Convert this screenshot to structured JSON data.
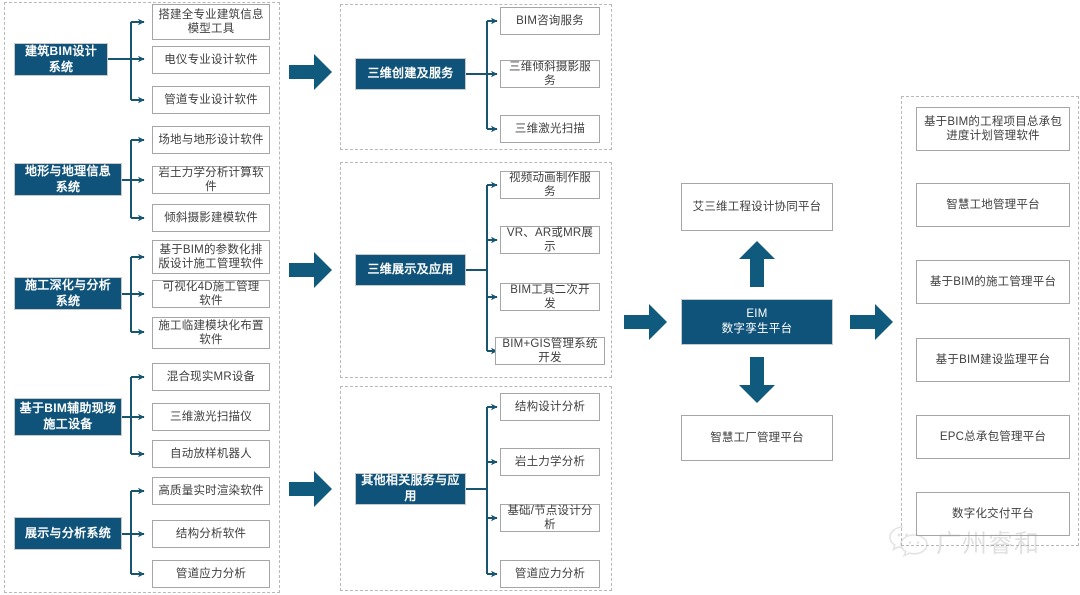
{
  "theme": {
    "accent": "#10537a",
    "leaf_border": "#a6a6a6",
    "group_border": "#b8b8b8",
    "text": "#3f3f3f",
    "background": "#ffffff"
  },
  "column1": {
    "groups": [
      {
        "category": "建筑BIM设计系统",
        "items": [
          "搭建全专业建筑信息模型工具",
          "电仪专业设计软件",
          "管道专业设计软件"
        ]
      },
      {
        "category": "地形与地理信息系统",
        "items": [
          "场地与地形设计软件",
          "岩土力学分析计算软件",
          "倾斜摄影建模软件"
        ]
      },
      {
        "category": "施工深化与分析系统",
        "items": [
          "基于BIM的参数化排版设计施工管理软件",
          "可视化4D施工管理软件",
          "施工临建模块化布置软件"
        ]
      },
      {
        "category": "基于BIM辅助现场施工设备",
        "items": [
          "混合现实MR设备",
          "三维激光扫描仪",
          "自动放样机器人"
        ]
      },
      {
        "category": "展示与分析系统",
        "items": [
          "高质量实时渲染软件",
          "结构分析软件",
          "管道应力分析"
        ]
      }
    ]
  },
  "column2": {
    "groups": [
      {
        "category": "三维创建及服务",
        "items": [
          "BIM咨询服务",
          "三维倾斜摄影服务",
          "三维激光扫描"
        ]
      },
      {
        "category": "三维展示及应用",
        "items": [
          "视频动画制作服务",
          "VR、AR或MR展示",
          "BIM工具二次开发",
          "BIM+GIS管理系统开发"
        ]
      },
      {
        "category": "其他相关服务与应用",
        "items": [
          "结构设计分析",
          "岩土力学分析",
          "基础/节点设计分析",
          "管道应力分析"
        ]
      }
    ]
  },
  "column3": {
    "top_platform": "艾三维工程设计协同平台",
    "core_platform_line1": "EIM",
    "core_platform_line2": "数字孪生平台",
    "bottom_platform": "智慧工厂管理平台"
  },
  "column4": {
    "items": [
      "基于BIM的工程项目总承包进度计划管理软件",
      "智慧工地管理平台",
      "基于BIM的施工管理平台",
      "基于BIM建设监理平台",
      "EPC总承包管理平台",
      "数字化交付平台"
    ]
  },
  "flow_arrows": [
    {
      "name": "arrow-col1-to-col2-top",
      "direction": "right"
    },
    {
      "name": "arrow-col1-to-col2-middle",
      "direction": "right"
    },
    {
      "name": "arrow-col1-to-col2-bottom",
      "direction": "right"
    },
    {
      "name": "arrow-col2-to-core",
      "direction": "right"
    },
    {
      "name": "arrow-core-to-col4",
      "direction": "right"
    },
    {
      "name": "arrow-core-to-top-platform",
      "direction": "up"
    },
    {
      "name": "arrow-core-to-bottom-platform",
      "direction": "down"
    }
  ],
  "watermark": {
    "text": "广州睿和",
    "icon": "wechat-icon"
  }
}
